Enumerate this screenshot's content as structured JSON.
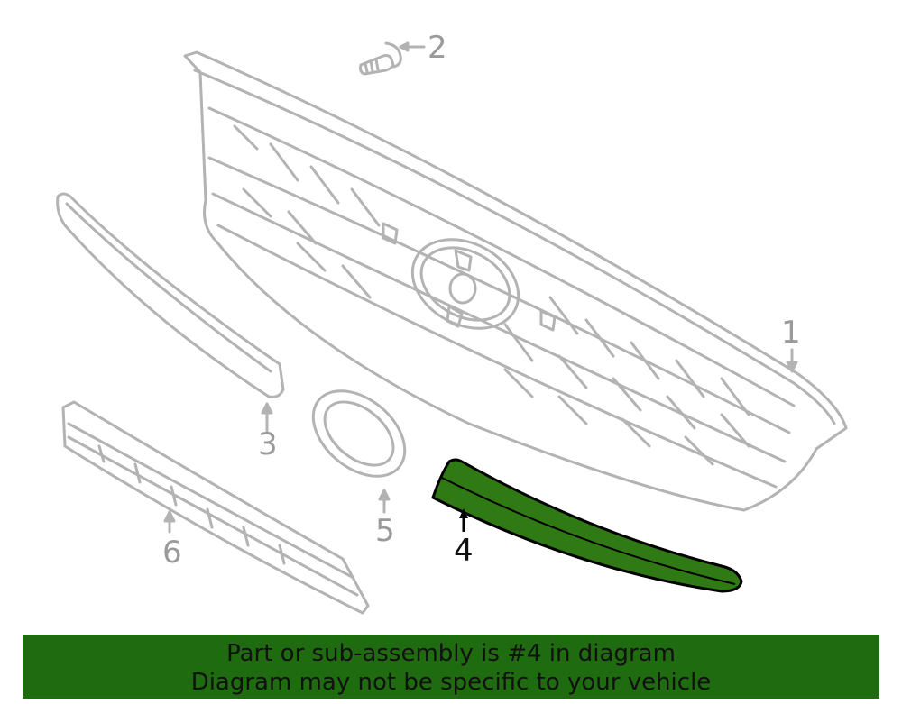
{
  "callouts": {
    "c1": "1",
    "c2": "2",
    "c3": "3",
    "c4": "4",
    "c5": "5",
    "c6": "6"
  },
  "highlight_color": "#2f7a14",
  "banner": {
    "line1": "Part or sub-assembly is #4 in diagram",
    "line2": "Diagram may not be specific to your vehicle",
    "color": "#1f6b0f"
  }
}
